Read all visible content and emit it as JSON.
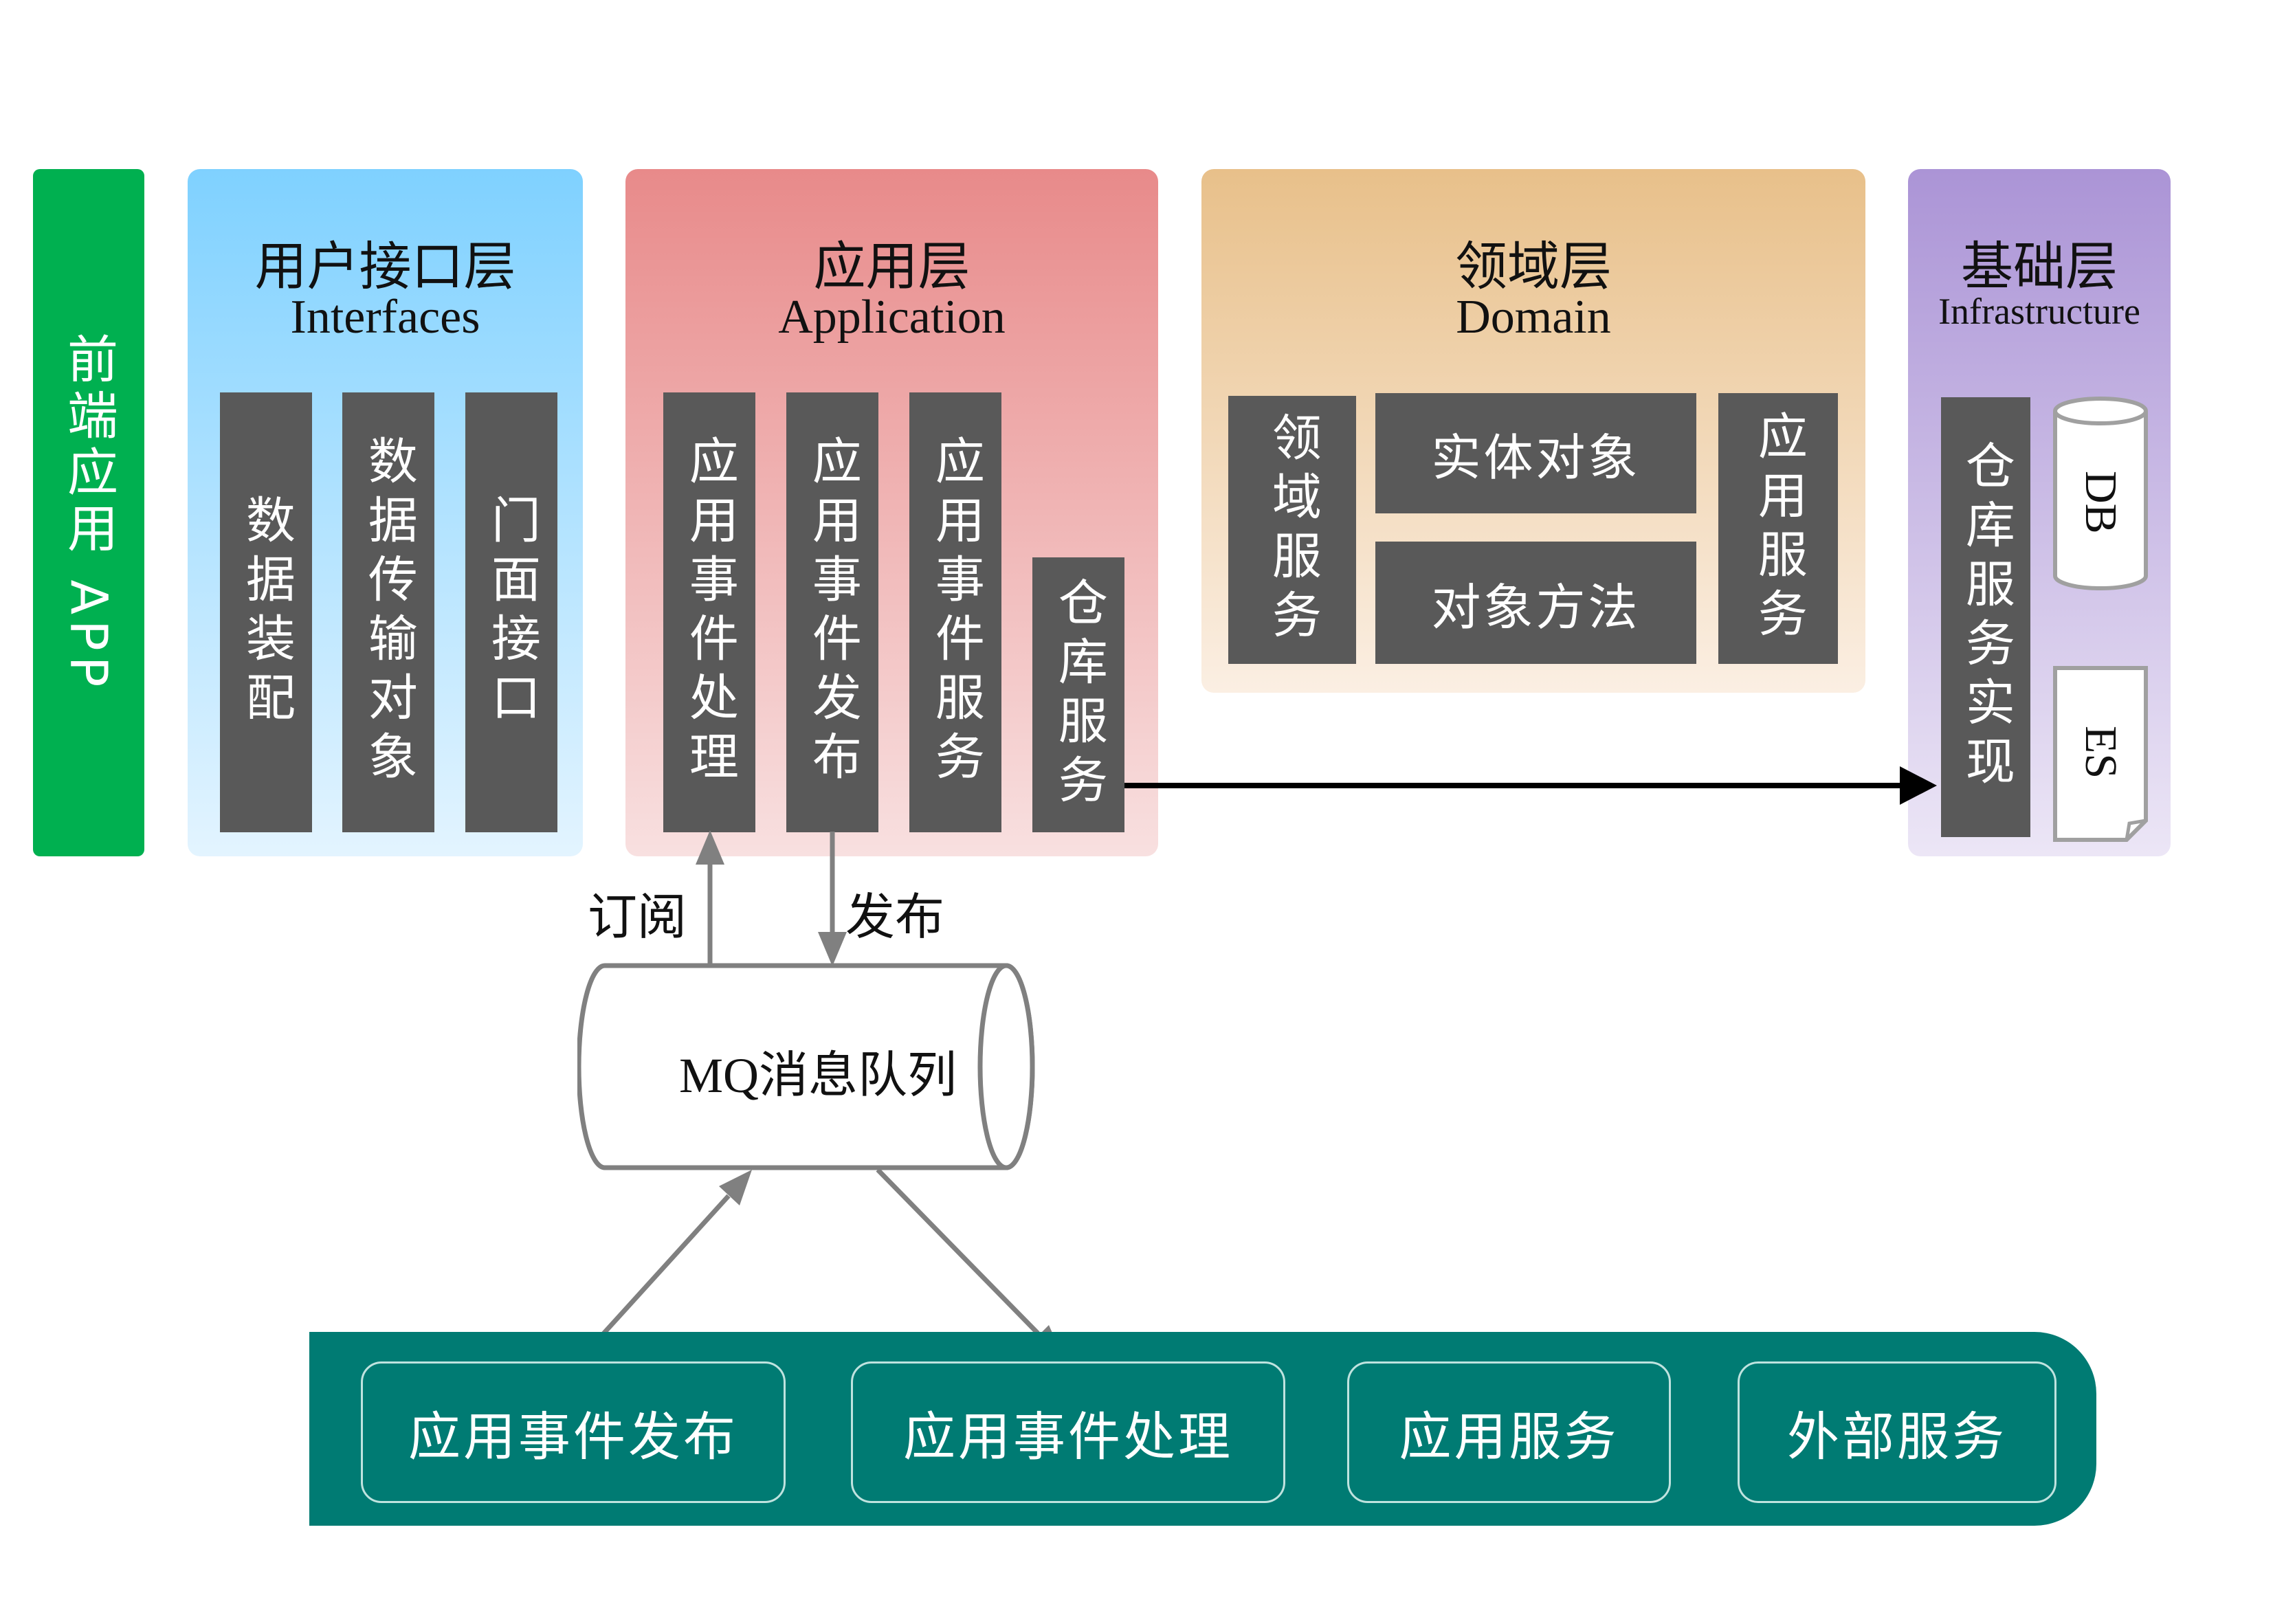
{
  "frontend": {
    "label": "前端应用 APP"
  },
  "interfaces": {
    "title_cn": "用户接口层",
    "title_en": "Interfaces",
    "items": [
      "数据装配",
      "数据传输对象",
      "门面接口"
    ]
  },
  "application": {
    "title_cn": "应用层",
    "title_en": "Application",
    "items": [
      "应用事件处理",
      "应用事件发布",
      "应用事件服务",
      "仓库服务"
    ]
  },
  "domain": {
    "title_cn": "领域层",
    "title_en": "Domain",
    "left_item": "领域服务",
    "center_items": [
      "实体对象",
      "对象方法"
    ],
    "right_item": "应用服务"
  },
  "infrastructure": {
    "title_cn": "基础层",
    "title_en": "Infrastructure",
    "repo_item": "仓库服务实现",
    "db_label": "DB",
    "es_label": "ES"
  },
  "queue": {
    "label": "MQ消息队列",
    "subscribe_label": "订阅",
    "publish_label": "发布"
  },
  "bottom_bar": {
    "items": [
      "应用事件发布",
      "应用事件处理",
      "应用服务",
      "外部服务"
    ]
  },
  "colors": {
    "frontend": "#00b050",
    "interfaces_top": "#7fd1ff",
    "application_top": "#e88a8a",
    "domain_top": "#e8c08a",
    "infra_top": "#ab94d6",
    "box": "#595959",
    "bottom_bar": "#007b73",
    "arrow_gray": "#808080"
  }
}
